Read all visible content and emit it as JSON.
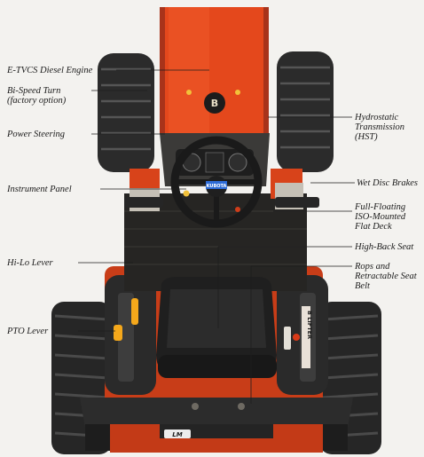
{
  "callouts": {
    "engine": "E-TVCS Diesel Engine",
    "biturn_1": "Bi-Speed Turn",
    "biturn_2": "(factory option)",
    "steering": "Power Steering",
    "instrument": "Instrument Panel",
    "hilo": "Hi-Lo Lever",
    "pto": "PTO Lever",
    "hst_1": "Hydrostatic",
    "hst_2": "Transmission",
    "hst_3": "(HST)",
    "brakes": "Wet Disc Brakes",
    "deck_1": "Full-Floating",
    "deck_2": "ISO-Mounted",
    "deck_3": "Flat Deck",
    "seat": "High-Back Seat",
    "rops_1": "Rops and",
    "rops_2": "Retractable Seat",
    "rops_3": "Belt"
  },
  "markings": {
    "hood_badge": "B",
    "dash_badge": "KUBOTA",
    "fender_logo": "B LIFTER",
    "deck_logo": "LM"
  },
  "colors": {
    "background": "#f3f2ef",
    "tractor_orange": "#e4481c",
    "tire": "#2b2b2b",
    "label_text": "#1b1b1b"
  }
}
